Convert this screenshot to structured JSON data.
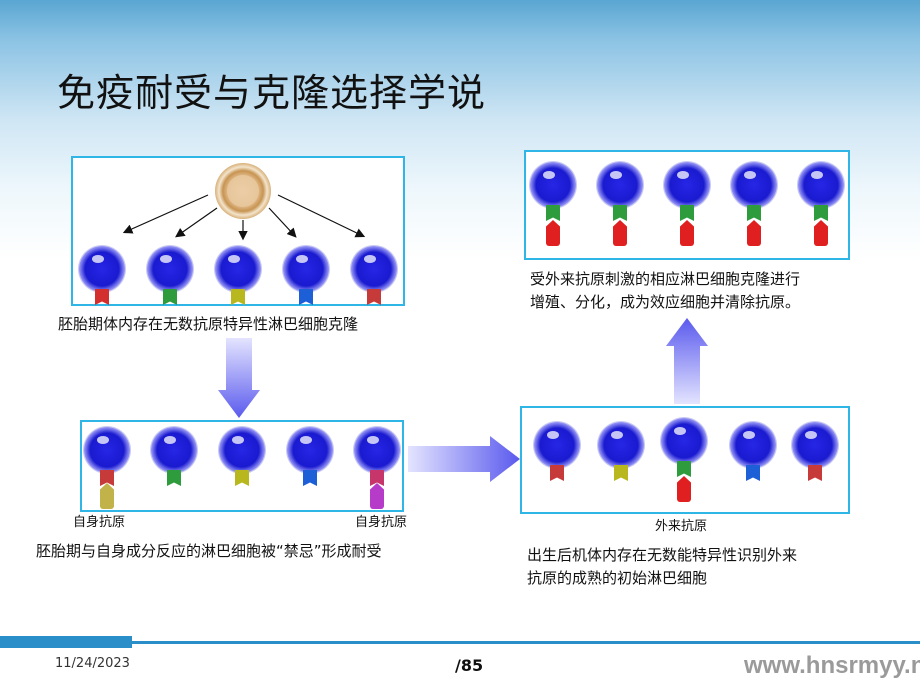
{
  "slide": {
    "title": "免疫耐受与克隆选择学说",
    "date": "11/24/2023",
    "page": "/85",
    "url": "www.hnsrmyy.net"
  },
  "panel_top_left": {
    "caption": "胚胎期体内存在无数抗原特异性淋巴细胞克隆",
    "receptor_colors": [
      "#d32f2f",
      "#2e9b3c",
      "#b8b81e",
      "#1d5fd6",
      "#c73a3a"
    ]
  },
  "panel_bottom_left": {
    "label_left": "自身抗原",
    "label_right": "自身抗原",
    "caption": "胚胎期与自身成分反应的淋巴细胞被“禁忌”形成耐受"
  },
  "panel_bottom_right": {
    "label": "外来抗原",
    "caption_line1": "出生后机体内存在无数能特异性识别外来",
    "caption_line2": "抗原的成熟的初始淋巴细胞"
  },
  "panel_top_right": {
    "caption_line1": "受外来抗原刺激的相应淋巴细胞克隆进行",
    "caption_line2": "增殖、分化，成为效应细胞并清除抗原。"
  }
}
